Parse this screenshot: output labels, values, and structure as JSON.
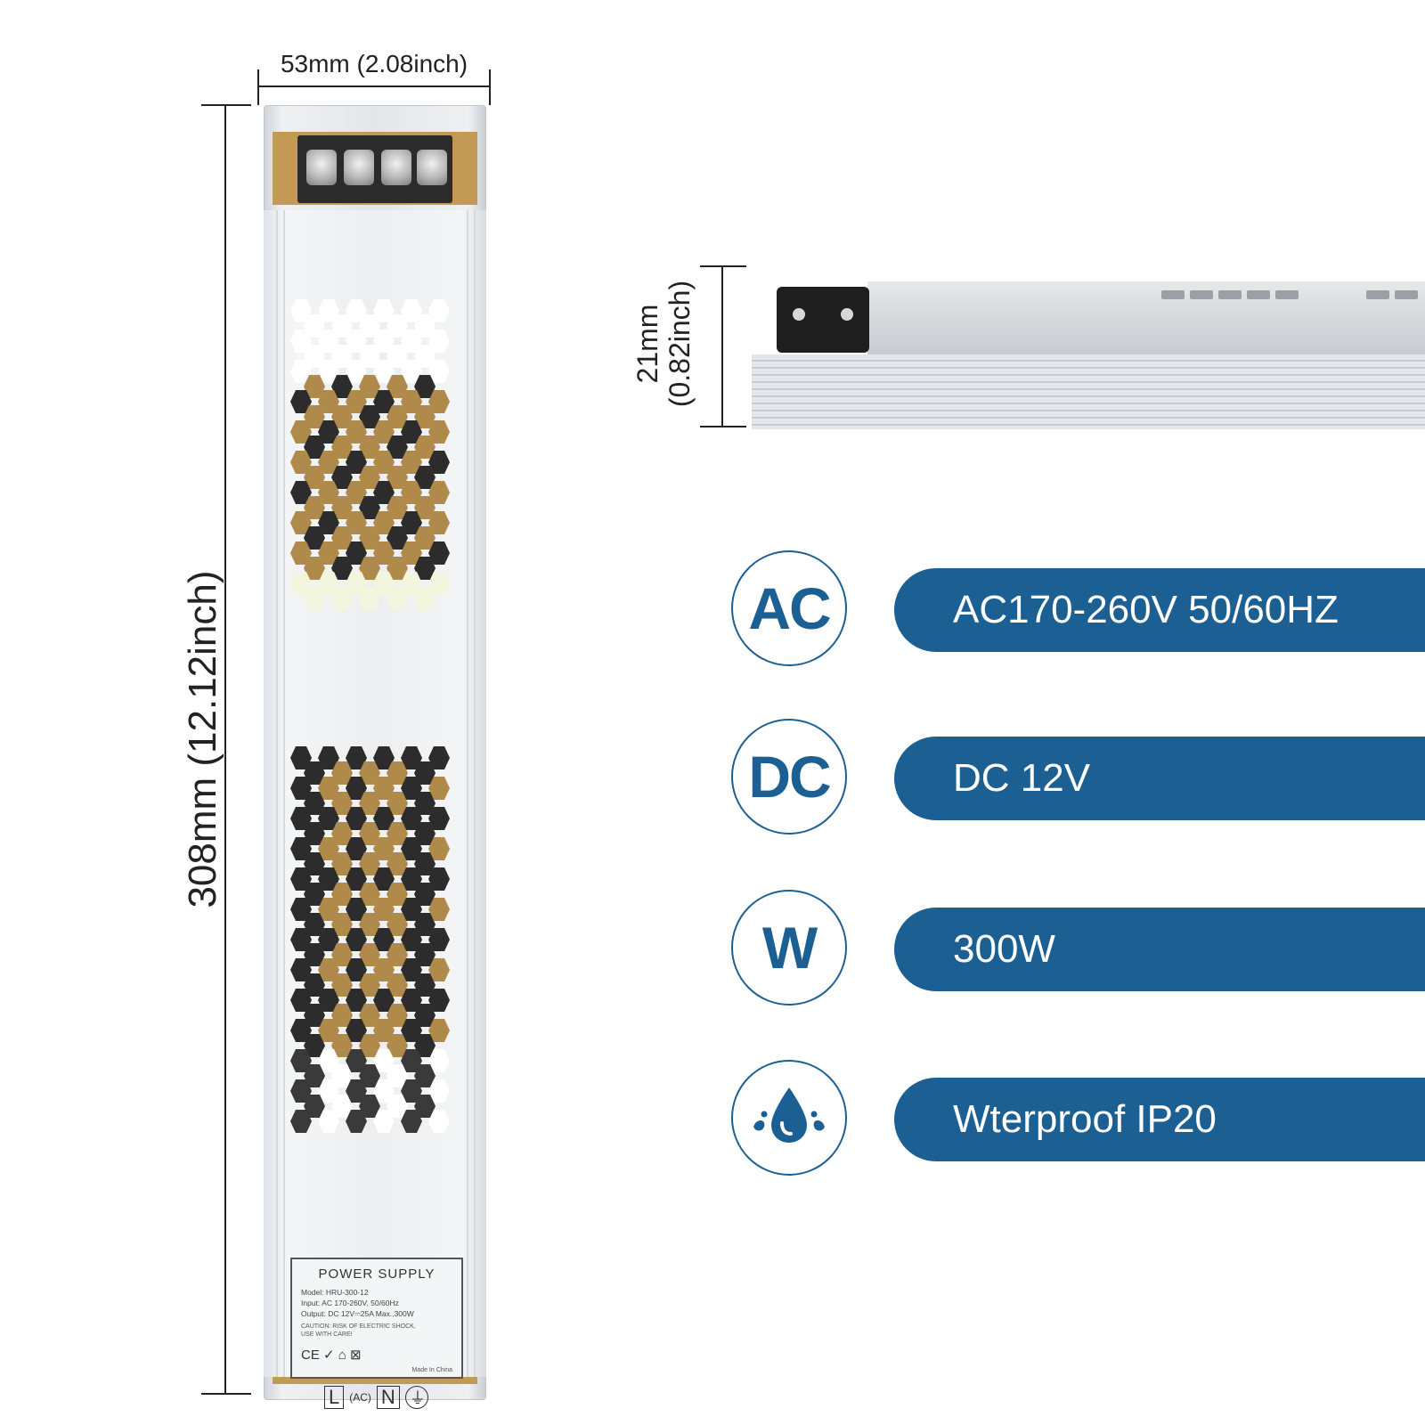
{
  "dimensions": {
    "width_label": "53mm (2.08inch)",
    "length_label": "308mm (12.12inch)",
    "height_mm": "21mm",
    "height_inch": "(0.82inch)"
  },
  "product_label": {
    "title": "POWER SUPPLY",
    "model": "Model: HRU-300-12",
    "input": "Input: AC 170-260V, 50/60Hz",
    "output": "Output: DC 12V⎓25A Max.,300W",
    "caution": "CAUTION: RISK OF ELECTRIC SHOCK,",
    "caution2": "USE WITH CARE!",
    "marks": "CE ✓ ⌂ ⊠",
    "made_in": "Made In China",
    "terminal_l": "L",
    "terminal_ac": "(AC)",
    "terminal_n": "N"
  },
  "specs": [
    {
      "icon_text": "AC",
      "value": "AC170-260V 50/60HZ"
    },
    {
      "icon_text": "DC",
      "value": "DC 12V"
    },
    {
      "icon_text": "W",
      "value": "300W"
    },
    {
      "icon_text": "",
      "icon": "water-drop-icon",
      "value": "Wterproof IP20"
    }
  ],
  "colors": {
    "accent": "#1c5f92",
    "white": "#ffffff"
  }
}
